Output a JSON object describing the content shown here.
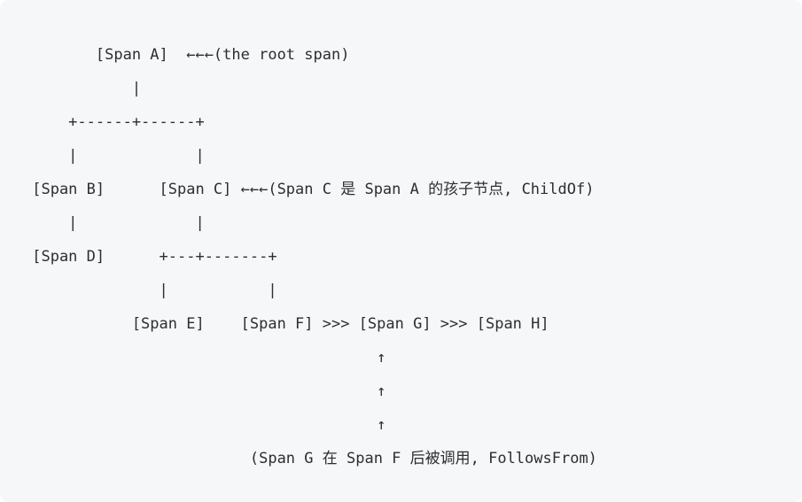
{
  "diagram": {
    "ascii": "        [Span A]  ←←←(the root span)\n            |\n     +------+------+\n     |             |\n [Span B]      [Span C] ←←←(Span C 是 Span A 的孩子节点, ChildOf)\n     |             |\n [Span D]      +---+-------+\n               |           |\n            [Span E]    [Span F] >>> [Span G] >>> [Span H]\n                                       ↑\n                                       ↑\n                                       ↑\n                         (Span G 在 Span F 后被调用, FollowsFrom)",
    "spans": [
      "Span A",
      "Span B",
      "Span C",
      "Span D",
      "Span E",
      "Span F",
      "Span G",
      "Span H"
    ],
    "annotations": {
      "root": "←←←(the root span)",
      "childof": "←←←(Span C 是 Span A 的孩子节点, ChildOf)",
      "followsfrom": "(Span G 在 Span F 后被调用, FollowsFrom)"
    }
  },
  "colors": {
    "background": "#f6f7f8",
    "text": "#2e2e2e",
    "page": "#ffffff"
  }
}
